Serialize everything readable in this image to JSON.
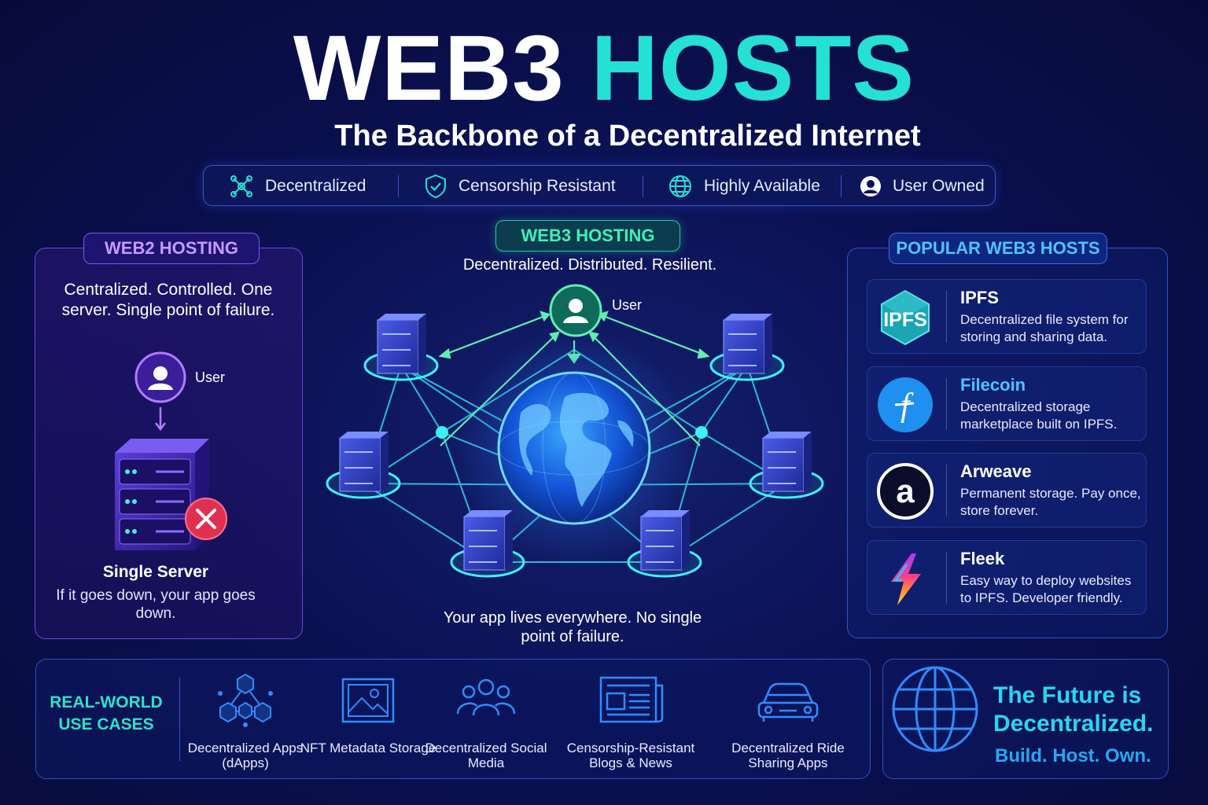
{
  "title": {
    "part1": "WEB3",
    "part2": "HOSTS"
  },
  "subtitle": "The Backbone of a Decentralized Internet",
  "features": [
    {
      "label": "Decentralized",
      "icon": "network-icon"
    },
    {
      "label": "Censorship Resistant",
      "icon": "shield-check-icon"
    },
    {
      "label": "Highly Available",
      "icon": "globe-icon"
    },
    {
      "label": "User Owned",
      "icon": "user-icon"
    }
  ],
  "web2": {
    "tag": "WEB2 HOSTING",
    "description": "Centralized. Controlled. One server. Single point of failure.",
    "user_label": "User",
    "server_title": "Single Server",
    "server_desc": "If it goes down, your app goes down."
  },
  "web3": {
    "tag": "WEB3 HOSTING",
    "description": "Decentralized. Distributed. Resilient.",
    "user_label": "User",
    "bottom_text": "Your app lives everywhere. No single point of failure."
  },
  "hosts": {
    "tag": "POPULAR WEB3 HOSTS",
    "items": [
      {
        "name": "IPFS",
        "desc": "Decentralized file system for storing and sharing data.",
        "logo_text": "IPFS"
      },
      {
        "name": "Filecoin",
        "desc": "Decentralized storage marketplace built on IPFS.",
        "logo_text": "f"
      },
      {
        "name": "Arweave",
        "desc": "Permanent storage. Pay once, store forever.",
        "logo_text": "a"
      },
      {
        "name": "Fleek",
        "desc": "Easy way to deploy websites to IPFS. Developer friendly.",
        "logo_text": ""
      }
    ]
  },
  "use_cases": {
    "title": "REAL-WORLD USE CASES",
    "items": [
      {
        "label": "Decentralized Apps (dApps)",
        "icon": "cubes-icon"
      },
      {
        "label": "NFT Metadata Storage",
        "icon": "image-icon"
      },
      {
        "label": "Decentralized Social Media",
        "icon": "people-icon"
      },
      {
        "label": "Censorship-Resistant Blogs & News",
        "icon": "newspaper-icon"
      },
      {
        "label": "Decentralized Ride Sharing Apps",
        "icon": "car-icon"
      }
    ]
  },
  "future": {
    "title": "The Future is Decentralized.",
    "subtitle": "Build. Host. Own."
  },
  "colors": {
    "accent_teal": "#25e0d4",
    "web2_purple": "#c39cff",
    "web3_green": "#3ff0b8",
    "hosts_blue": "#4ec3ff",
    "error_red": "#e0304f"
  }
}
